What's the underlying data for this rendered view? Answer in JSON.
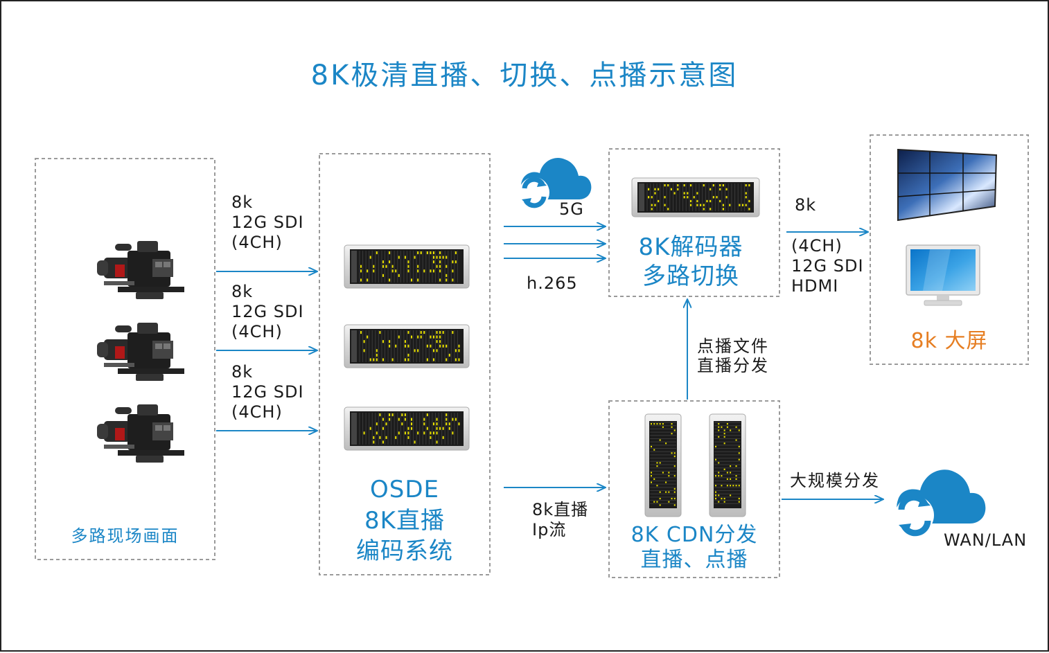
{
  "title": "8K极清直播、切换、点播示意图",
  "colors": {
    "accent": "#1b86c6",
    "screen_label": "#e67e22",
    "led": "#e8e000",
    "box_border": "#9a9a9a"
  },
  "sources_box": {
    "label": "多路现场画面",
    "camera_icon": "video-camera-icon"
  },
  "links_to_encoder": [
    {
      "line1": "8k",
      "line2": "12G SDI",
      "line3": "(4CH)"
    },
    {
      "line1": "8k",
      "line2": "12G SDI",
      "line3": "(4CH)"
    },
    {
      "line1": "8k",
      "line2": "12G SDI",
      "line3": "(4CH)"
    }
  ],
  "encoder_box": {
    "line1": "OSDE",
    "line2": "8K直播",
    "line3": "编码系统"
  },
  "cloud_5g": {
    "label": "5G",
    "icon": "cloud-sync-icon"
  },
  "h265_label": "h.265",
  "decoder_box": {
    "line1": "8K解码器",
    "line2": "多路切换"
  },
  "decoder_to_screen": {
    "line1": "8k",
    "line2": "(4CH)",
    "line3": "12G SDI",
    "line4": "HDMI"
  },
  "screen_box": {
    "label": "8k 大屏",
    "videowall_icon": "video-wall-icon",
    "monitor_icon": "monitor-icon"
  },
  "cdn_to_decoder": {
    "line1": "点播文件",
    "line2": "直播分发"
  },
  "encoder_to_cdn": {
    "line1": "8k直播",
    "line2": "Ip流"
  },
  "cdn_box": {
    "line1": "8K CDN分发",
    "line2": "直播、点播"
  },
  "cdn_to_wan": {
    "label": "大规模分发"
  },
  "cloud_wan": {
    "label": "WAN/LAN",
    "icon": "cloud-sync-icon"
  }
}
